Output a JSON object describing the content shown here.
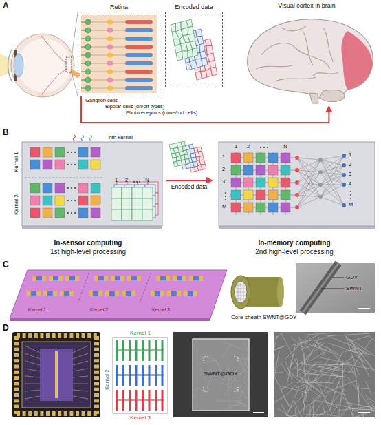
{
  "diagram": {
    "nodes": [
      {
        "text": [
          "Retina"
        ]
      },
      {
        "text": [
          "Encoded data"
        ]
      },
      {
        "text": [
          "Visual cortex in brain"
        ]
      },
      {
        "text": [
          "In-sensor computing",
          "1st high-level processing"
        ]
      },
      {
        "text": [
          "In-memory computing",
          "2nd high-level processing"
        ]
      }
    ],
    "edges": [
      {
        "from": 0,
        "to": 2,
        "arrow": "to"
      },
      {
        "from": 3,
        "to": 4,
        "label": "Encoded data",
        "arrow": "to"
      }
    ],
    "labels": [
      "A",
      "Ganglion cells",
      "Bipolar cells (on/off types)",
      "Photoreceptors (cone/rod cells)",
      "B",
      "Kernel 1",
      "Kernel 2",
      "nth kernal",
      "1",
      "2",
      "N",
      "1",
      "2",
      "N",
      "1",
      "2",
      "3",
      "M",
      "1",
      "2",
      "3",
      "4",
      "M",
      "C",
      "Kernel 1",
      "Kernel 2",
      "Kernel 3",
      "GDY",
      "SWNT",
      "Core-sheath SWNT@GDY",
      "D",
      "Kernel 1",
      "Kernel 2",
      "Kernel 3",
      "SWNT@GDY"
    ]
  }
}
